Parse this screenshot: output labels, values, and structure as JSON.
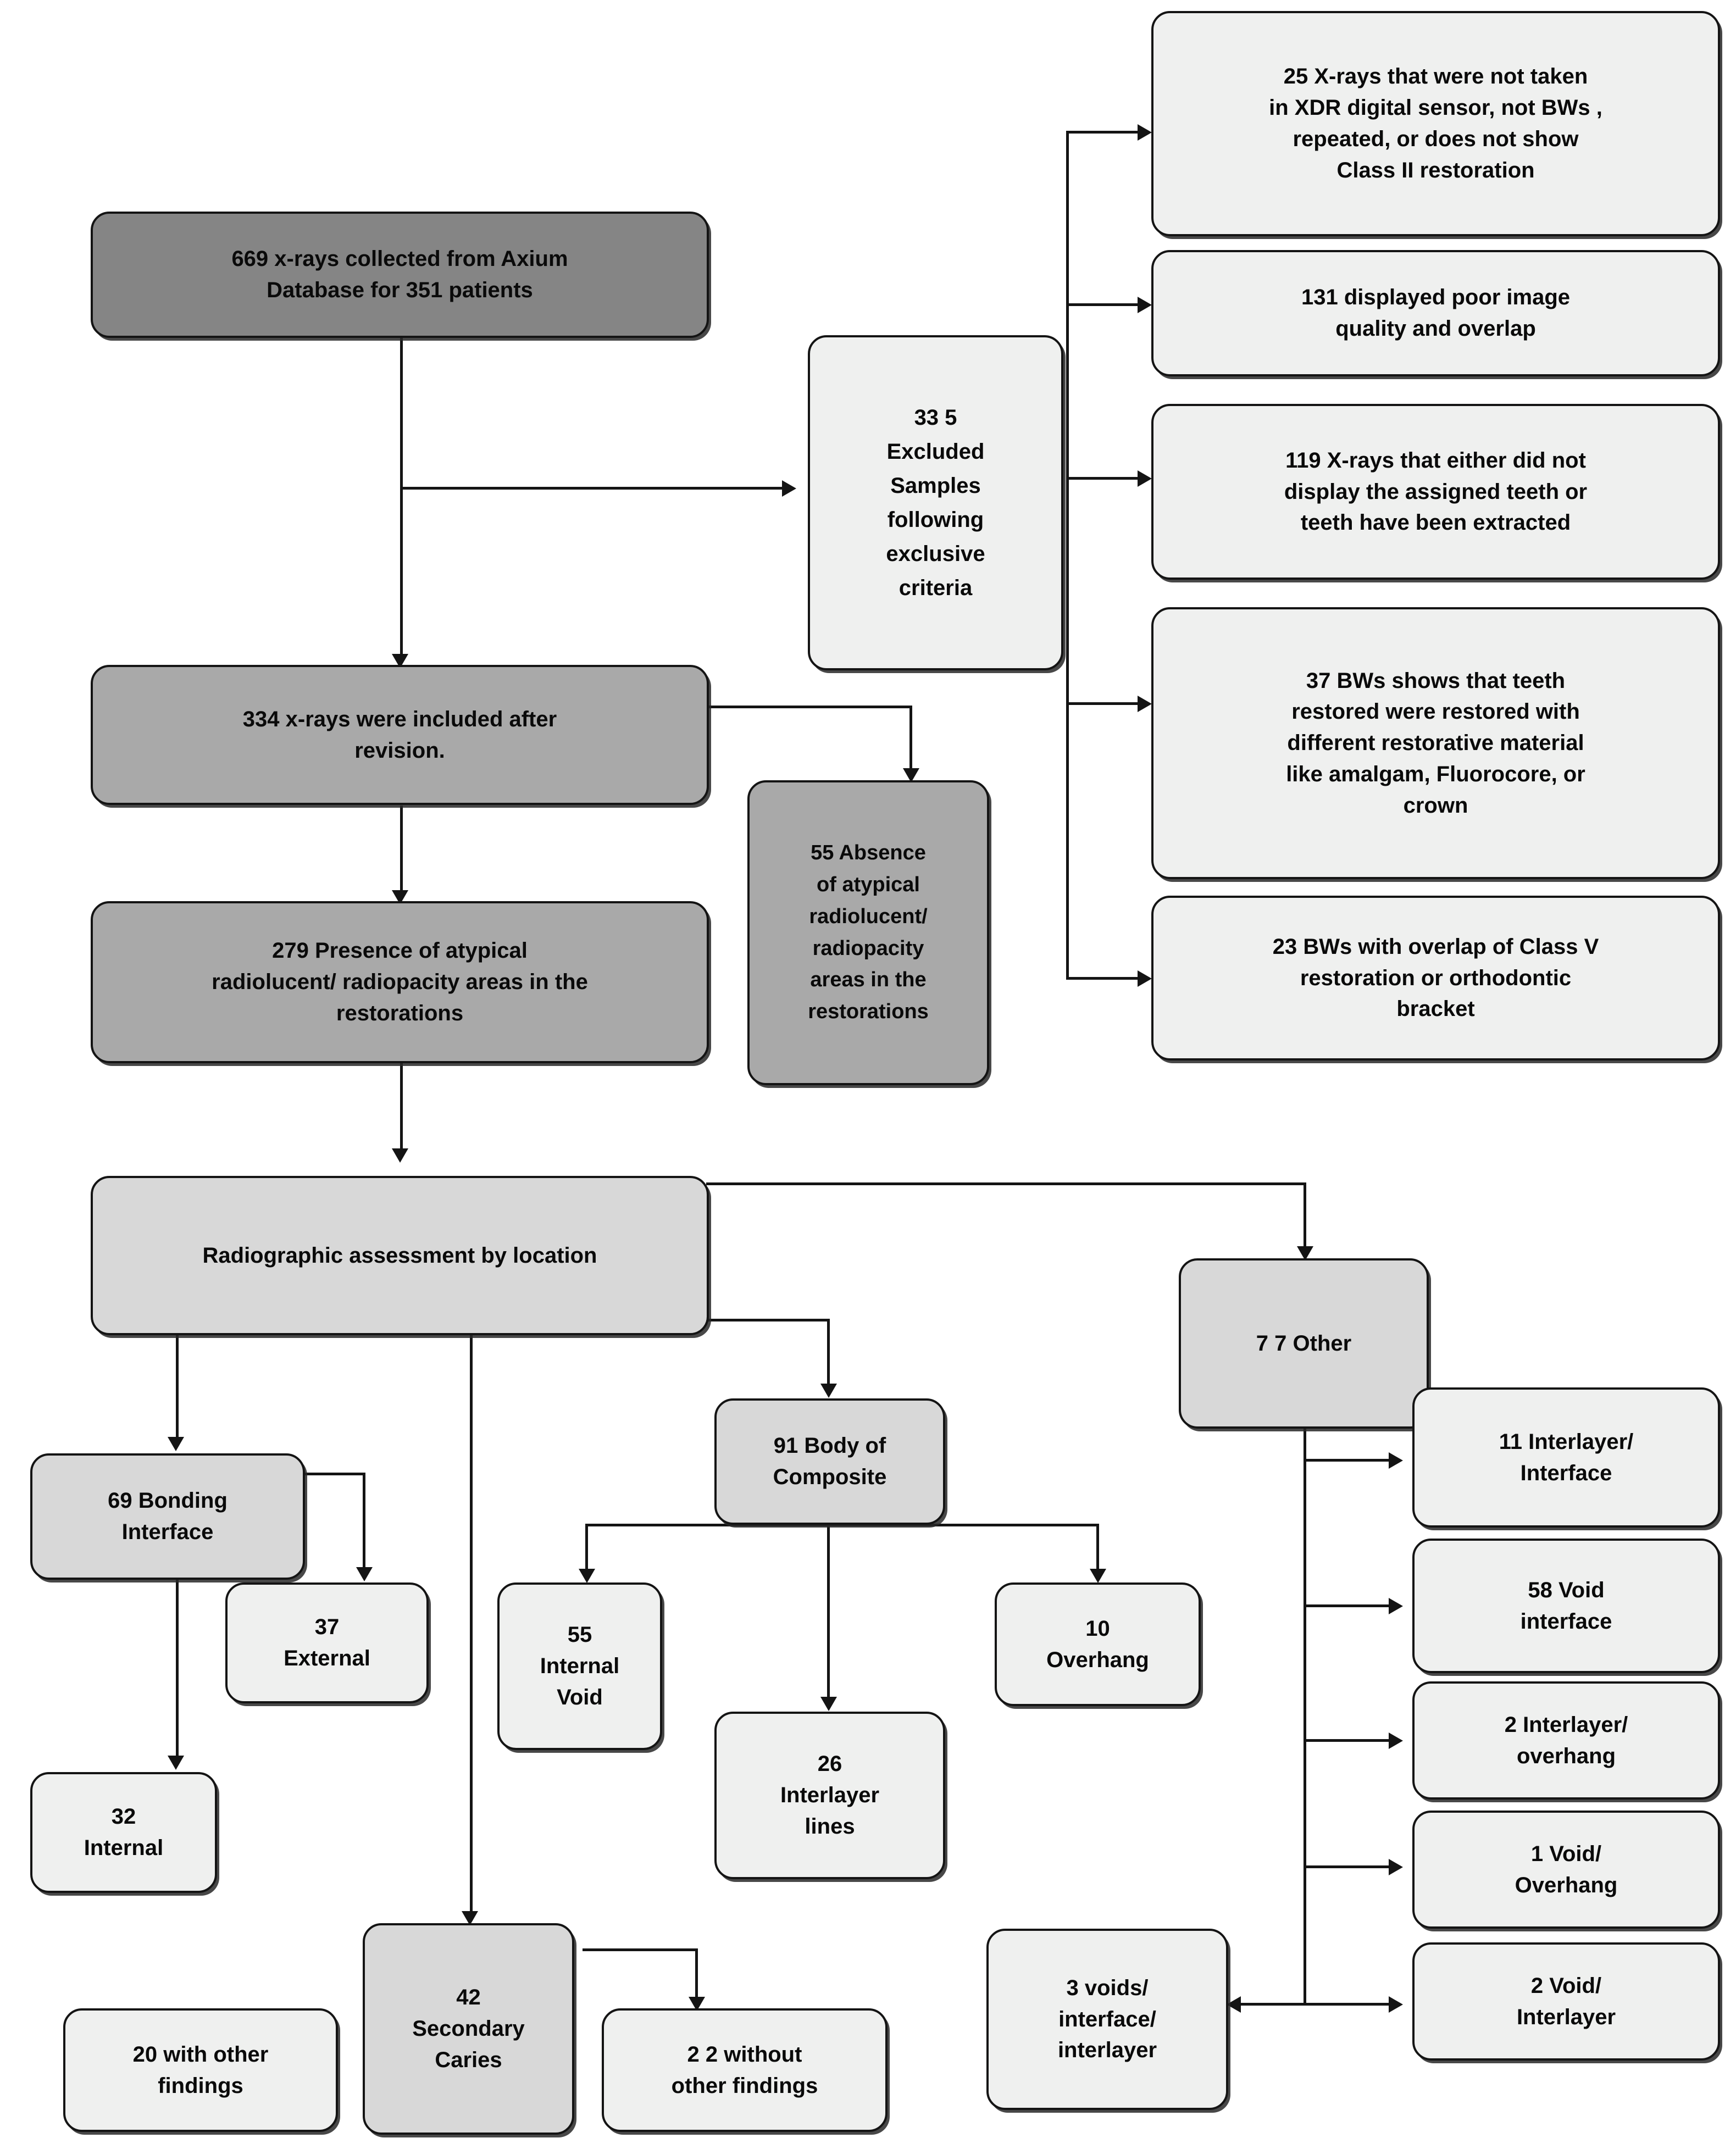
{
  "diagram": {
    "title": "Study sample selection and radiographic assessment flowchart",
    "colors": {
      "stroke": "#141414",
      "fill_dark": "#858585",
      "fill_mid": "#a9a9a9",
      "fill_light": "#d8d8d8",
      "fill_pale": "#eff0ef",
      "text": "#0a0a0a"
    },
    "nodes": {
      "collected": "669 x-rays collected from Axium\nDatabase for 351 patients",
      "excluded": "33 5\nExcluded\nSamples\nfollowing\nexclusive\ncriteria",
      "excl_1": "25 X-rays that were not taken\nin XDR digital sensor, not BWs ,\nrepeated, or does not show\nClass II restoration",
      "excl_2": "131 displayed poor image\nquality and overlap",
      "excl_3": "119 X-rays that either did not\ndisplay the assigned teeth or\nteeth have been  extracted",
      "excl_4": "37 BWs shows that teeth\nrestored were restored with\ndifferent restorative material\nlike amalgam, Fluorocore, or\ncrown",
      "excl_5": "23 BWs with overlap of Class V\nrestoration or orthodontic\nbracket",
      "included": "334 x-rays were included after\nrevision.",
      "presence": "279 Presence of atypical\nradiolucent/ radiopacity areas in the\nrestorations",
      "absence": "55 Absence\nof atypical\nradiolucent/\nradiopacity\nareas in the\nrestorations",
      "assessment": "Radiographic assessment by location",
      "other": "7 7 Other",
      "bonding": "69 Bonding\nInterface",
      "external": "37\nExternal",
      "internal": "32\nInternal",
      "body_composite": "91 Body of\nComposite",
      "internal_void": "55\nInternal\nVoid",
      "interlayer_lines": "26\nInterlayer\nlines",
      "overhang": "10\nOverhang",
      "secondary_caries": "42\nSecondary\nCaries",
      "with_findings": "20 with other\nfindings",
      "without_findings": "2 2 without\nother findings",
      "voids_interface_interlayer": "3 voids/\ninterface/\ninterlayer",
      "other_1": "11 Interlayer/\nInterface",
      "other_2": "58 Void\ninterface",
      "other_3": "2 Interlayer/\noverhang",
      "other_4": "1 Void/\nOverhang",
      "other_5": "2 Void/\nInterlayer"
    }
  }
}
